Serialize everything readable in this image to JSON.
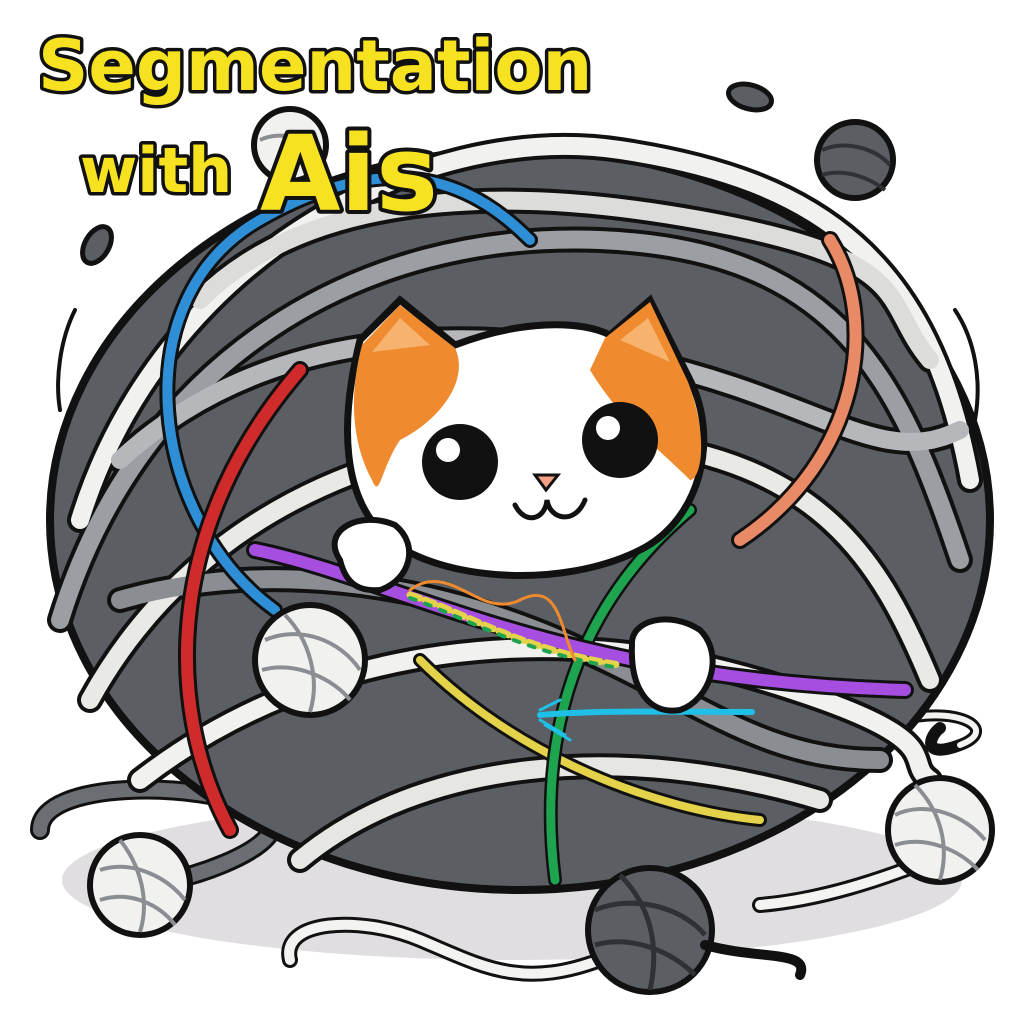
{
  "title": {
    "line1": "Segmentation",
    "line2_prefix": "with",
    "line2_emphasis": "Ais"
  },
  "palette": {
    "background": "#ffffff",
    "title_fill": "#f7e221",
    "outline": "#111111",
    "yarn_dark": "#5b5e63",
    "yarn_mid": "#9b9ea3",
    "yarn_light": "#f1f1ef",
    "cat_orange": "#ef8a2e",
    "cat_white": "#ffffff",
    "strand_blue": "#2e8fd6",
    "strand_red": "#cf2b2b",
    "strand_purple": "#a64ee0",
    "strand_green": "#1ea34f",
    "strand_salmon": "#e98a66",
    "strand_cyan": "#20bfe8",
    "strand_yellow": "#e4d24a",
    "shadow": "#c9c3c9"
  },
  "icons": [
    "yarn-ball-icon",
    "cat-icon"
  ]
}
